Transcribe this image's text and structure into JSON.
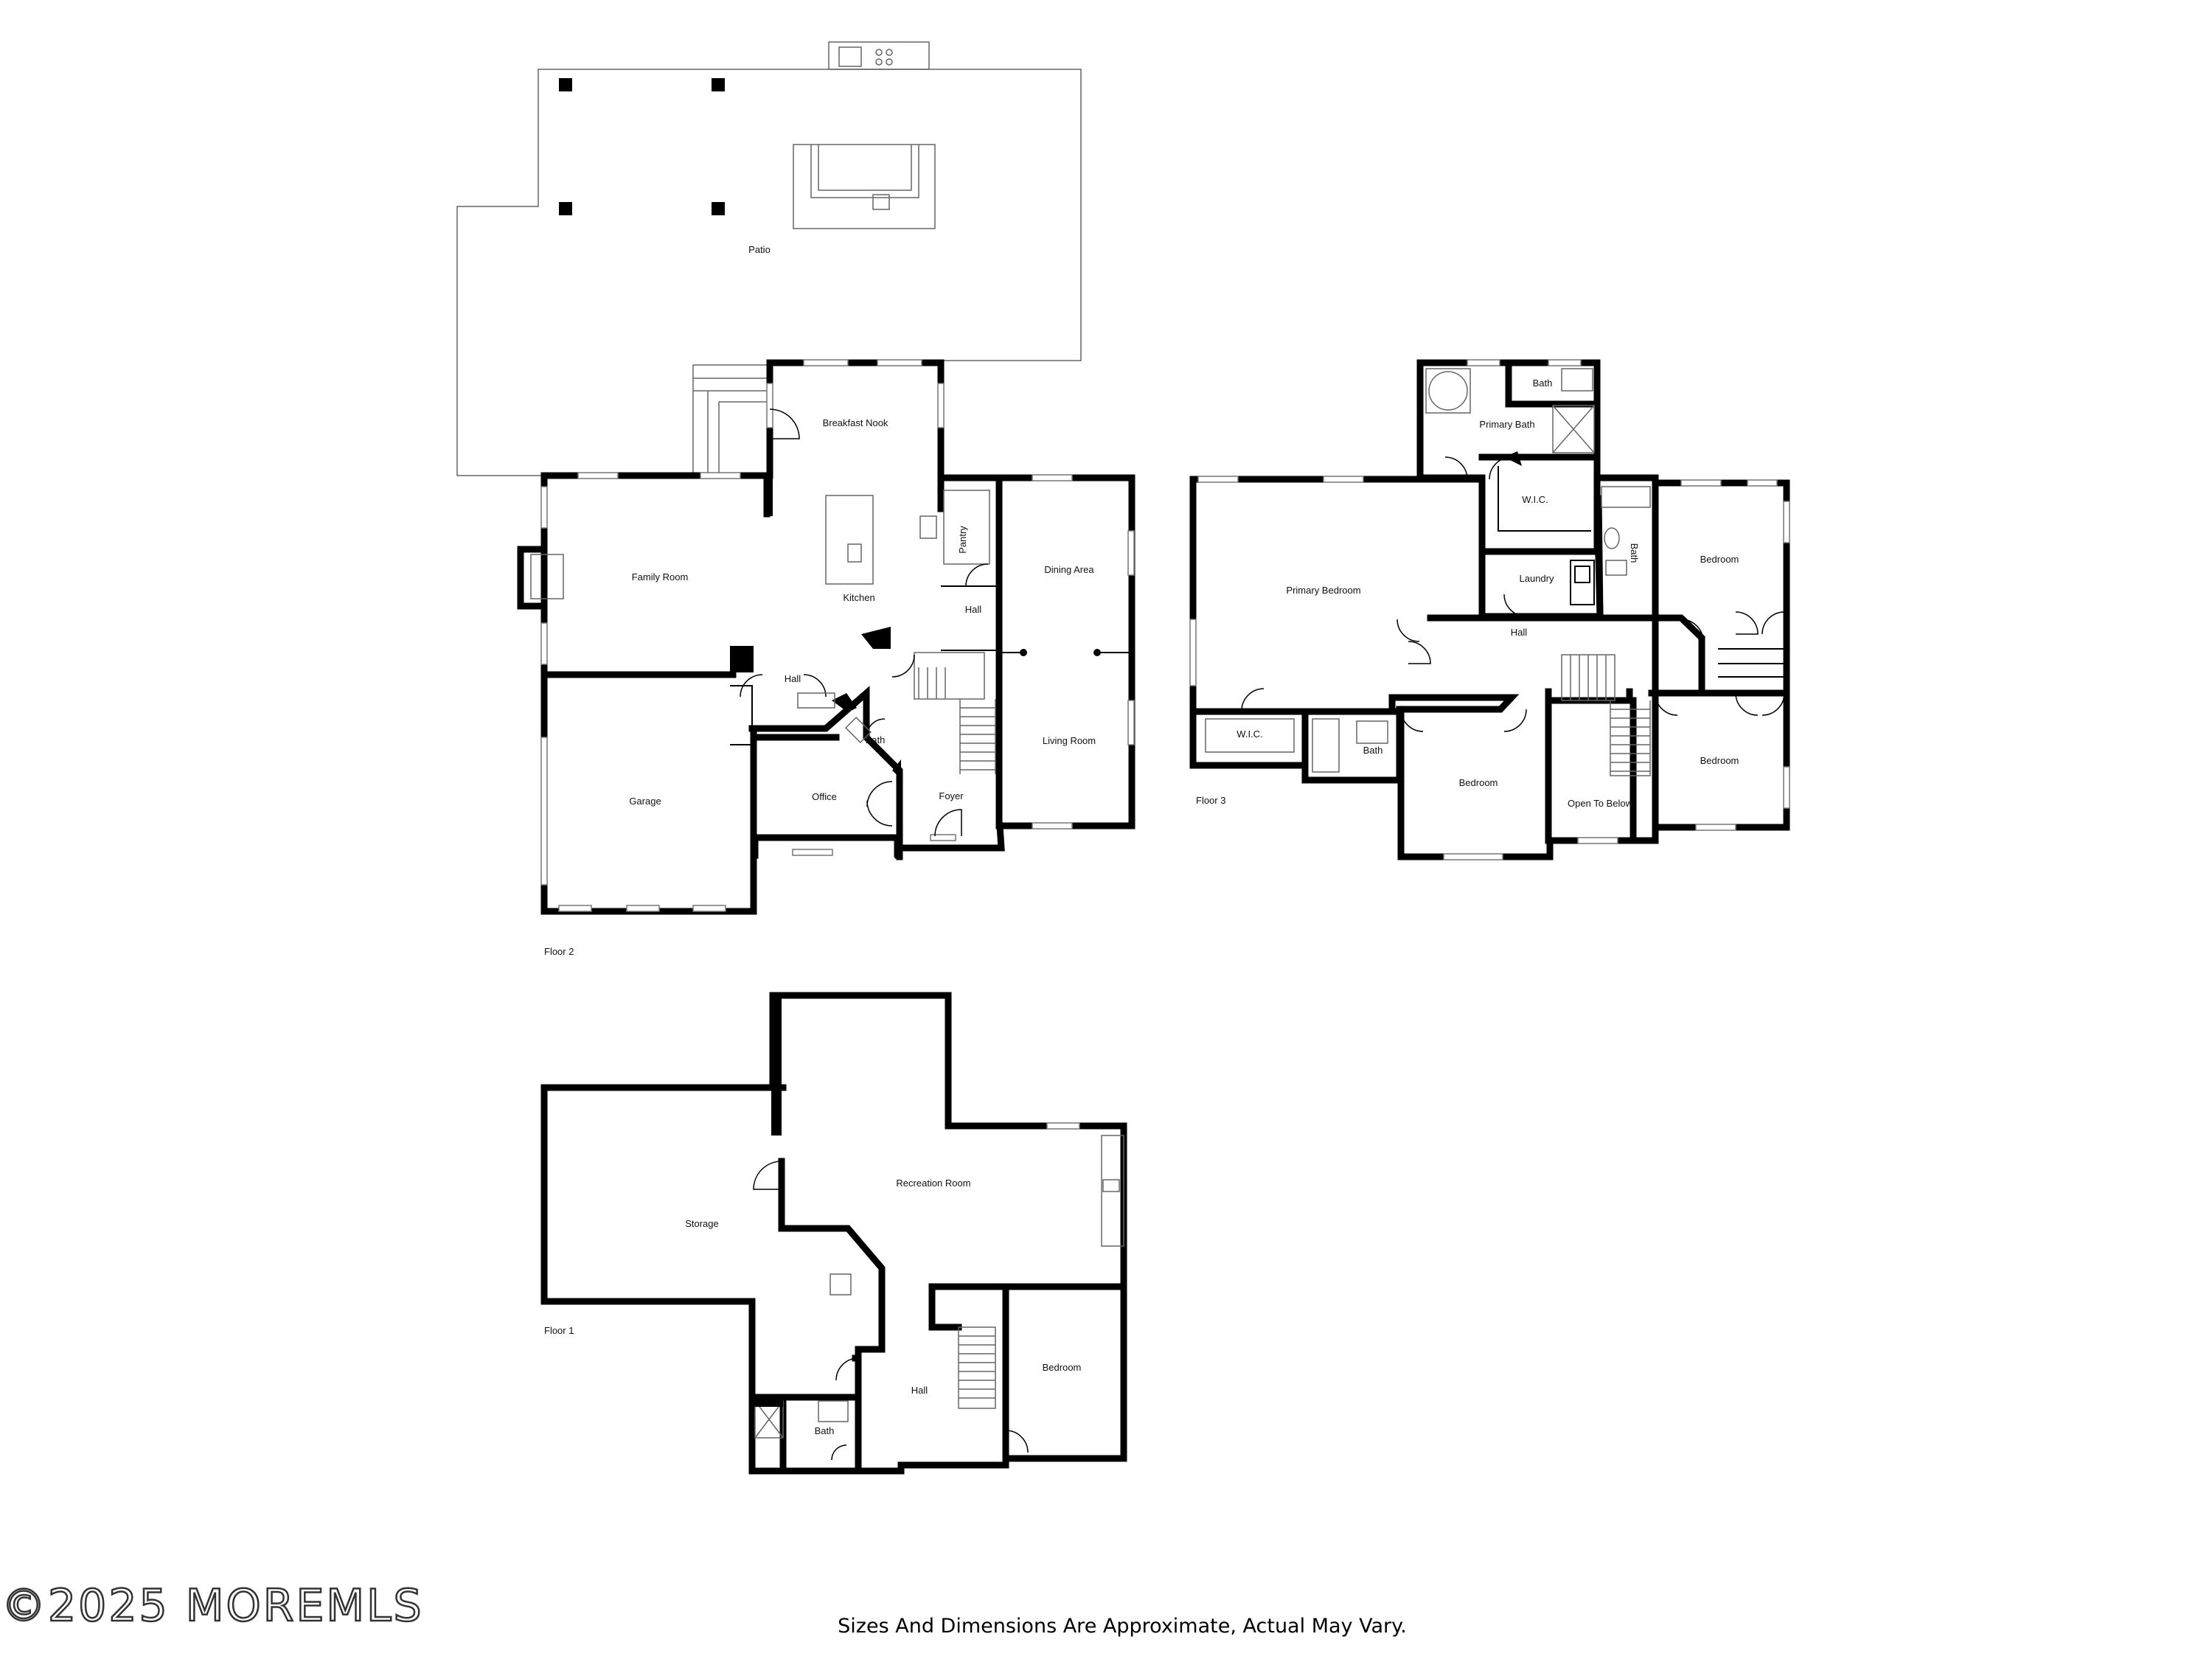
{
  "floor2": {
    "floor_label": "Floor 2",
    "rooms": {
      "patio": "Patio",
      "breakfast_nook": "Breakfast Nook",
      "family_room": "Family Room",
      "kitchen": "Kitchen",
      "pantry": "Pantry",
      "hall_kitchen": "Hall",
      "dining_area": "Dining Area",
      "hall_center": "Hall",
      "bath": "Bath",
      "garage": "Garage",
      "office": "Office",
      "foyer": "Foyer",
      "living_room": "Living Room"
    }
  },
  "floor3": {
    "floor_label": "Floor 3",
    "rooms": {
      "primary_bath": "Primary Bath",
      "bath_top": "Bath",
      "wic_top": "W.I.C.",
      "primary_bedroom": "Primary Bedroom",
      "laundry": "Laundry",
      "bath_right": "Bath",
      "bedroom_ne": "Bedroom",
      "hall": "Hall",
      "wic_bottom": "W.I.C.",
      "bath_bottom": "Bath",
      "bedroom_s": "Bedroom",
      "open_to_below": "Open To Below",
      "bedroom_se": "Bedroom"
    }
  },
  "floor1": {
    "floor_label": "Floor 1",
    "rooms": {
      "recreation_room": "Recreation Room",
      "storage": "Storage",
      "bedroom": "Bedroom",
      "hall": "Hall",
      "bath": "Bath"
    }
  },
  "watermark": "©2025 MOREMLS",
  "disclaimer": "Sizes And Dimensions Are Approximate, Actual May Vary."
}
